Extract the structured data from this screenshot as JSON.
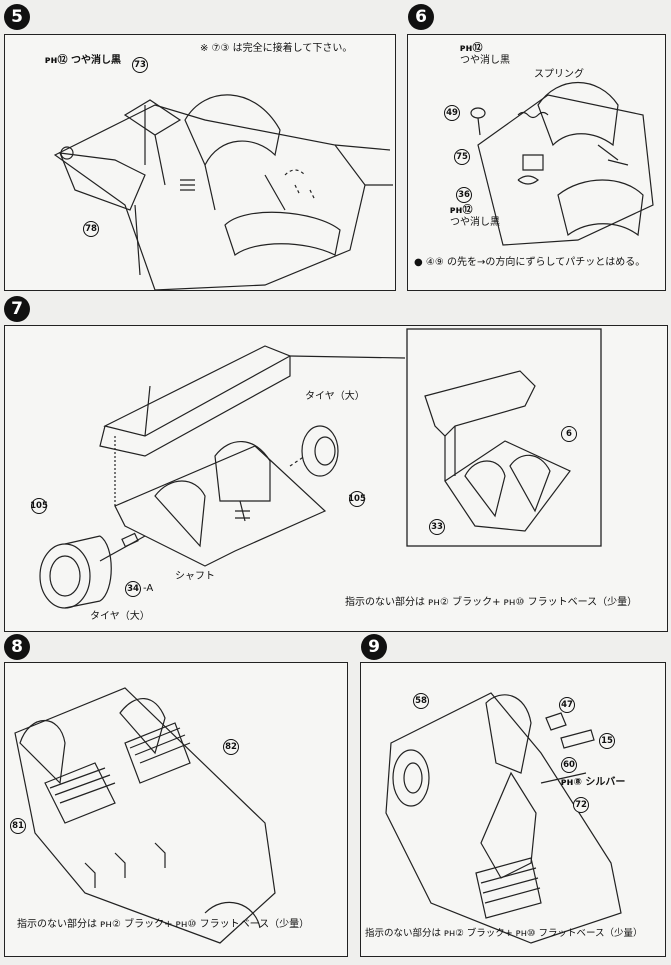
{
  "steps": [
    {
      "number": "5",
      "note": "※ ⑦③ は完全に接着して下さい。",
      "paint_label": "ᴘʜ⑫ つや消し黒",
      "parts": [
        "73",
        "78"
      ]
    },
    {
      "number": "6",
      "paint_top": "ᴘʜ⑫",
      "paint_top_text": "つや消し黒",
      "spring_label": "スプリング",
      "paint_bottom": "ᴘʜ⑫",
      "paint_bottom_text": "つや消し黒",
      "parts": [
        "49",
        "75",
        "36"
      ],
      "footnote": "● ④⑨ の先を→の方向にずらしてパチッとはめる。"
    },
    {
      "number": "7",
      "tire_top": "タイヤ（大）",
      "tire_bottom": "タイヤ（大）",
      "shaft": "シャフト",
      "shaft_part": "34",
      "shaft_suffix": "-A",
      "parts": [
        "105",
        "105",
        "6",
        "33"
      ],
      "note": "指示のない部分は ᴘʜ② ブラック+ ᴘʜ⑩ フラットベース（少量）"
    },
    {
      "number": "8",
      "parts": [
        "82",
        "81"
      ],
      "note": "指示のない部分は ᴘʜ② ブラック+ ᴘʜ⑩ フラットベース（少量）"
    },
    {
      "number": "9",
      "parts": [
        "58",
        "47",
        "15",
        "60",
        "72"
      ],
      "silver_label": "ᴘʜ⑧ シルバー",
      "note": "指示のない部分は ᴘʜ② ブラック+ ᴘʜ⑩ フラットベース（少量）"
    }
  ]
}
